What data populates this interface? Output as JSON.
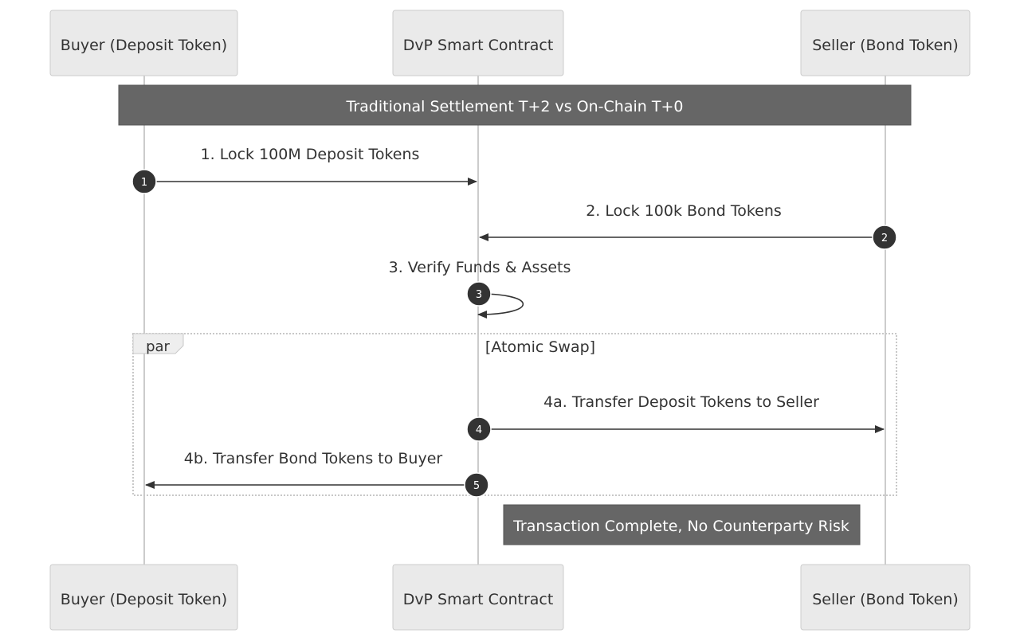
{
  "participants": [
    {
      "id": "buyer",
      "label": "Buyer (Deposit Token)"
    },
    {
      "id": "contract",
      "label": "DvP Smart Contract"
    },
    {
      "id": "seller",
      "label": "Seller (Bond Token)"
    }
  ],
  "notes": {
    "top": "Traditional Settlement T+2 vs On-Chain T+0",
    "bottom": "Transaction Complete, No Counterparty Risk"
  },
  "messages": [
    {
      "seq": "1",
      "label": "1. Lock 100M Deposit Tokens",
      "from": "buyer",
      "to": "contract"
    },
    {
      "seq": "2",
      "label": "2. Lock 100k Bond Tokens",
      "from": "seller",
      "to": "contract"
    },
    {
      "seq": "3",
      "label": "3. Verify Funds & Assets",
      "from": "contract",
      "to": "contract"
    },
    {
      "seq": "4",
      "label": "4a. Transfer Deposit Tokens to Seller",
      "from": "contract",
      "to": "seller"
    },
    {
      "seq": "5",
      "label": "4b. Transfer Bond Tokens to Buyer",
      "from": "contract",
      "to": "buyer"
    }
  ],
  "par_block": {
    "keyword": "par",
    "condition": "[Atomic Swap]"
  },
  "colors": {
    "actor_fill": "#eaeaea",
    "note_fill": "#666666",
    "line": "#333333",
    "lifeline": "#cccccc"
  }
}
